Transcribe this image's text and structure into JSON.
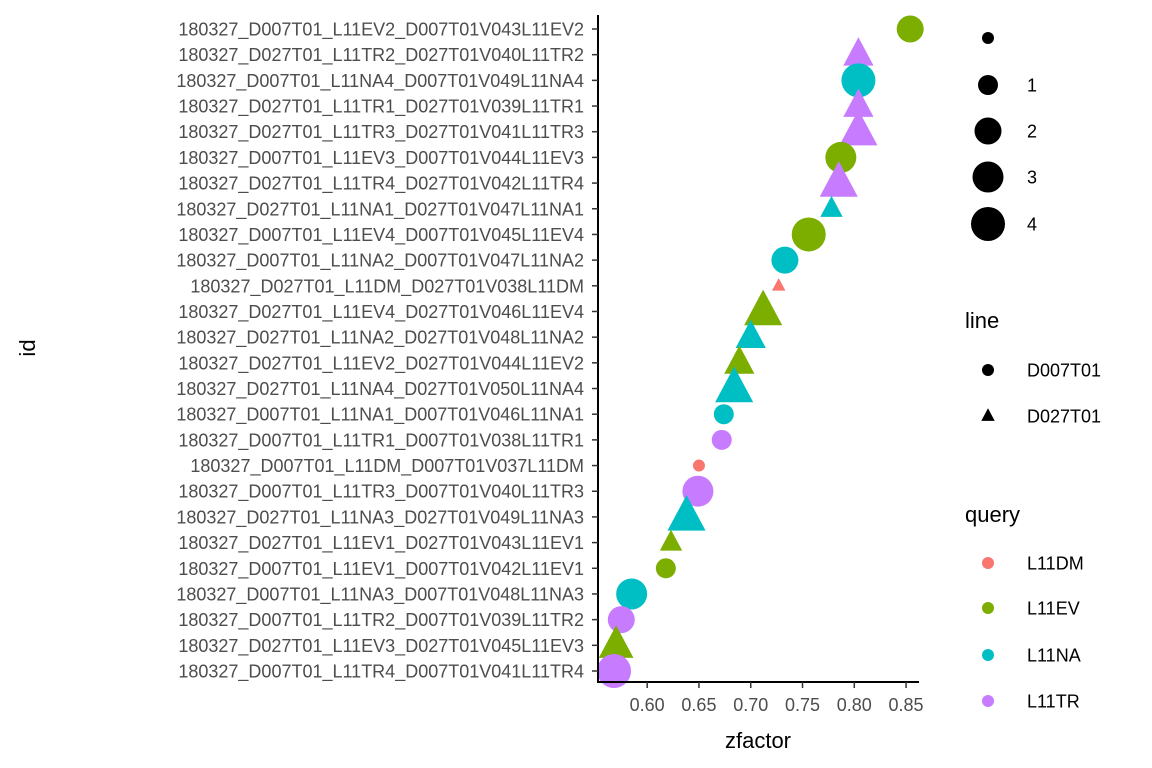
{
  "chart_data": {
    "type": "scatter",
    "xlabel": "zfactor",
    "ylabel": "id",
    "xlim": [
      0.5525,
      0.8625
    ],
    "xticks": [
      0.6,
      0.65,
      0.7,
      0.75,
      0.8,
      0.85
    ],
    "xtick_labels": [
      "0.60",
      "0.65",
      "0.70",
      "0.75",
      "0.80",
      "0.85"
    ],
    "grid": false,
    "colors": {
      "L11DM": "#F8766D",
      "L11EV": "#7CAE00",
      "L11NA": "#00BFC4",
      "L11TR": "#C77CFF"
    },
    "points": [
      {
        "id": "180327_D007T01_L11EV2_D007T01V043L11EV2",
        "zfactor": 0.854,
        "query": "L11EV",
        "line": "D007T01",
        "size": 2
      },
      {
        "id": "180327_D027T01_L11TR2_D027T01V040L11TR2",
        "zfactor": 0.804,
        "query": "L11TR",
        "line": "D027T01",
        "size": 2
      },
      {
        "id": "180327_D007T01_L11NA4_D007T01V049L11NA4",
        "zfactor": 0.804,
        "query": "L11NA",
        "line": "D007T01",
        "size": 4
      },
      {
        "id": "180327_D027T01_L11TR1_D027T01V039L11TR1",
        "zfactor": 0.804,
        "query": "L11TR",
        "line": "D027T01",
        "size": 2
      },
      {
        "id": "180327_D027T01_L11TR3_D027T01V041L11TR3",
        "zfactor": 0.804,
        "query": "L11TR",
        "line": "D027T01",
        "size": 4
      },
      {
        "id": "180327_D007T01_L11EV3_D007T01V044L11EV3",
        "zfactor": 0.787,
        "query": "L11EV",
        "line": "D007T01",
        "size": 3
      },
      {
        "id": "180327_D027T01_L11TR4_D027T01V042L11TR4",
        "zfactor": 0.785,
        "query": "L11TR",
        "line": "D027T01",
        "size": 4
      },
      {
        "id": "180327_D027T01_L11NA1_D027T01V047L11NA1",
        "zfactor": 0.778,
        "query": "L11NA",
        "line": "D027T01",
        "size": 1
      },
      {
        "id": "180327_D007T01_L11EV4_D007T01V045L11EV4",
        "zfactor": 0.756,
        "query": "L11EV",
        "line": "D007T01",
        "size": 4
      },
      {
        "id": "180327_D007T01_L11NA2_D007T01V047L11NA2",
        "zfactor": 0.733,
        "query": "L11NA",
        "line": "D007T01",
        "size": 2
      },
      {
        "id": "180327_D027T01_L11DM_D027T01V038L11DM",
        "zfactor": 0.727,
        "query": "L11DM",
        "line": "D027T01",
        "size": 0
      },
      {
        "id": "180327_D027T01_L11EV4_D027T01V046L11EV4",
        "zfactor": 0.712,
        "query": "L11EV",
        "line": "D027T01",
        "size": 4
      },
      {
        "id": "180327_D027T01_L11NA2_D027T01V048L11NA2",
        "zfactor": 0.7,
        "query": "L11NA",
        "line": "D027T01",
        "size": 2
      },
      {
        "id": "180327_D027T01_L11EV2_D027T01V044L11EV2",
        "zfactor": 0.689,
        "query": "L11EV",
        "line": "D027T01",
        "size": 2
      },
      {
        "id": "180327_D027T01_L11NA4_D027T01V050L11NA4",
        "zfactor": 0.684,
        "query": "L11NA",
        "line": "D027T01",
        "size": 4
      },
      {
        "id": "180327_D007T01_L11NA1_D007T01V046L11NA1",
        "zfactor": 0.674,
        "query": "L11NA",
        "line": "D007T01",
        "size": 1
      },
      {
        "id": "180327_D007T01_L11TR1_D007T01V038L11TR1",
        "zfactor": 0.672,
        "query": "L11TR",
        "line": "D007T01",
        "size": 1
      },
      {
        "id": "180327_D007T01_L11DM_D007T01V037L11DM",
        "zfactor": 0.65,
        "query": "L11DM",
        "line": "D007T01",
        "size": 0
      },
      {
        "id": "180327_D007T01_L11TR3_D007T01V040L11TR3",
        "zfactor": 0.649,
        "query": "L11TR",
        "line": "D007T01",
        "size": 3
      },
      {
        "id": "180327_D027T01_L11NA3_D027T01V049L11NA3",
        "zfactor": 0.638,
        "query": "L11NA",
        "line": "D027T01",
        "size": 4
      },
      {
        "id": "180327_D027T01_L11EV1_D027T01V043L11EV1",
        "zfactor": 0.623,
        "query": "L11EV",
        "line": "D027T01",
        "size": 1
      },
      {
        "id": "180327_D007T01_L11EV1_D007T01V042L11EV1",
        "zfactor": 0.618,
        "query": "L11EV",
        "line": "D007T01",
        "size": 1
      },
      {
        "id": "180327_D007T01_L11NA3_D007T01V048L11NA3",
        "zfactor": 0.585,
        "query": "L11NA",
        "line": "D007T01",
        "size": 3
      },
      {
        "id": "180327_D007T01_L11TR2_D007T01V039L11TR2",
        "zfactor": 0.575,
        "query": "L11TR",
        "line": "D007T01",
        "size": 2
      },
      {
        "id": "180327_D027T01_L11EV3_D027T01V045L11EV3",
        "zfactor": 0.57,
        "query": "L11EV",
        "line": "D027T01",
        "size": 3
      },
      {
        "id": "180327_D007T01_L11TR4_D007T01V041L11TR4",
        "zfactor": 0.568,
        "query": "L11TR",
        "line": "D007T01",
        "size": 4
      }
    ],
    "legends": [
      {
        "title": "",
        "kind": "size",
        "entries": [
          {
            "label": "",
            "size": 0
          },
          {
            "label": "1",
            "size": 1
          },
          {
            "label": "2",
            "size": 2
          },
          {
            "label": "3",
            "size": 3
          },
          {
            "label": "4",
            "size": 4
          }
        ]
      },
      {
        "title": "line",
        "kind": "shape",
        "entries": [
          {
            "label": "D007T01",
            "shape": "circle"
          },
          {
            "label": "D027T01",
            "shape": "triangle"
          }
        ]
      },
      {
        "title": "query",
        "kind": "color",
        "entries": [
          {
            "label": "L11DM"
          },
          {
            "label": "L11EV"
          },
          {
            "label": "L11NA"
          },
          {
            "label": "L11TR"
          }
        ]
      }
    ]
  }
}
